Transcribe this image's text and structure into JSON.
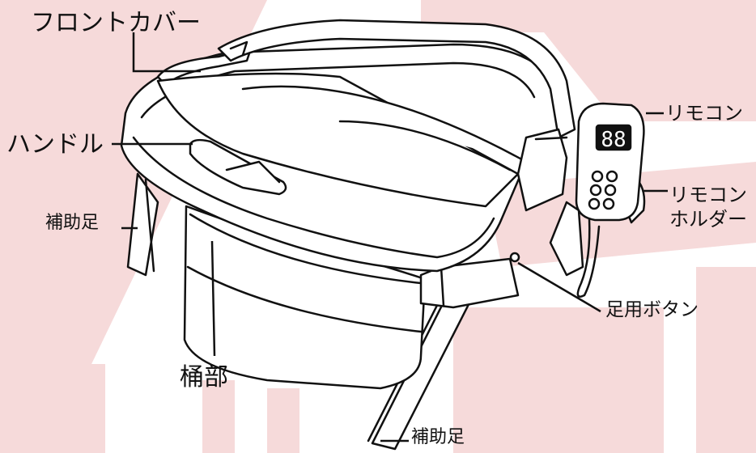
{
  "colors": {
    "background": "#ffffff",
    "watermark": "#f6dada",
    "line": "#111111",
    "display": "#111111"
  },
  "remote_display": "88",
  "labels": {
    "front_cover": "フロントカバー",
    "handle": "ハンドル",
    "aux_leg_left": "補助足",
    "remote": "リモコン",
    "remote_holder_line1": "リモコン",
    "remote_holder_line2": "ホルダー",
    "foot_button": "足用ボタン",
    "bucket": "桶部",
    "aux_leg_bottom": "補助足"
  }
}
